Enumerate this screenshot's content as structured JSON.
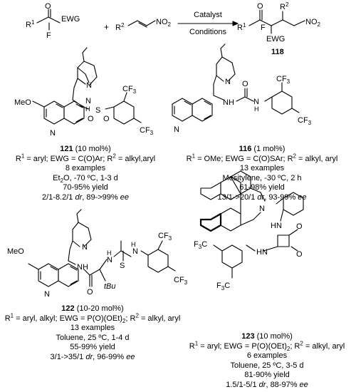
{
  "scheme": {
    "reactant1": {
      "r_label": "R",
      "r_sup": "1",
      "ewg": "EWG",
      "f": "F",
      "o": "O"
    },
    "reactant2": {
      "r_label": "R",
      "r_sup": "2",
      "group": "NO",
      "group_sub": "2"
    },
    "plus": "+",
    "arrow_top": "Catalyst",
    "arrow_bottom": "Conditions",
    "product": {
      "o": "O",
      "r1": "R",
      "r1_sup": "1",
      "r2": "R",
      "r2_sup": "2",
      "f": "F",
      "ewg": "EWG",
      "no2": "NO",
      "no2_sub": "2",
      "number": "118"
    }
  },
  "structure_labels": {
    "c121": {
      "meo": "MeO",
      "n_q": "N",
      "n_qn": "N",
      "nh": "N",
      "h": "H",
      "s": "S",
      "o1": "O",
      "o2": "O",
      "cf3a": "CF",
      "cf3b": "CF",
      "sub3": "3"
    },
    "c116": {
      "n_q": "N",
      "n_qn": "N",
      "nh1": "NH",
      "nh2": "N",
      "h": "H",
      "o": "O",
      "cf3a": "CF",
      "cf3b": "CF",
      "sub3": "3"
    },
    "c122": {
      "meo": "MeO",
      "n_q": "N",
      "n_qn": "N",
      "nh": "NH",
      "h1": "H",
      "n1": "N",
      "h2": "H",
      "n2": "N",
      "o": "O",
      "s": "S",
      "tbu": "tBu",
      "cf3a": "CF",
      "cf3b": "CF",
      "sub3": "3"
    },
    "c123": {
      "n": "N",
      "hn1": "HN",
      "hn2": "HN",
      "o1": "O",
      "o2": "O",
      "f3c1": "F",
      "f3c2": "F",
      "c": "C",
      "sub3": "3"
    }
  },
  "captions": {
    "c121": {
      "number": "121",
      "loading": "(10 mol%)",
      "l1_a": "R",
      "l1_a_sup": "1",
      "l1_b": " = aryl; EWG = C(O)Ar; R",
      "l1_b_sup": "2",
      "l1_c": " = alkyl,aryl",
      "l2": "8 examples",
      "l3_a": "Et",
      "l3_a_sub": "2",
      "l3_b": "O, -70 ºC, 1-3 d",
      "l4": "70-95% yield",
      "l5_a": "2/1-8.2/1 ",
      "l5_dr": "dr",
      "l5_b": ", 89->99% ",
      "l5_ee": "ee"
    },
    "c116": {
      "number": "116",
      "loading": "(1 mol%)",
      "l1_a": "R",
      "l1_a_sup": "1",
      "l1_b": " = OMe; EWG = C(O)SAr; R",
      "l1_b_sup": "2",
      "l1_c": " = alkyl, aryl",
      "l2": "13 examples",
      "l3": "Mesitylene, -30 ºC, 2 h",
      "l4": "61-98% yield",
      "l5_a": "13/1->20/1 ",
      "l5_dr": "dr",
      "l5_b": ", 93-99% ",
      "l5_ee": "ee"
    },
    "c122": {
      "number": "122",
      "loading": "(10-20 mol%)",
      "l1_a": "R",
      "l1_a_sup": "1",
      "l1_b": " = aryl, alkyl; EWG = P(O)(OEt)",
      "l1_b_sub": "2",
      "l1_c": "; R",
      "l1_c_sup": "2",
      "l1_d": " = alkyl, aryl",
      "l2": "13 examples",
      "l3": "Toluene, 25 ºC, 1-4 d",
      "l4": "55-99% yield",
      "l5_a": "3/1->35/1 ",
      "l5_dr": "dr",
      "l5_b": ", 96-99% ",
      "l5_ee": "ee"
    },
    "c123": {
      "number": "123",
      "loading": "(10 mol%)",
      "l1_a": "R",
      "l1_a_sup": "1",
      "l1_b": " = aryl; EWG = P(O)(OEt)",
      "l1_b_sub": "2",
      "l1_c": "; R",
      "l1_c_sup": "2",
      "l1_d": " = alkyl, aryl",
      "l2": "6 examples",
      "l3": "Toluene, 25 ºC, 3-5 d",
      "l4": "81-90% yield",
      "l5_a": "1.5/1-5/1 ",
      "l5_dr": "dr",
      "l5_b": ", 88-97% ",
      "l5_ee": "ee"
    }
  }
}
